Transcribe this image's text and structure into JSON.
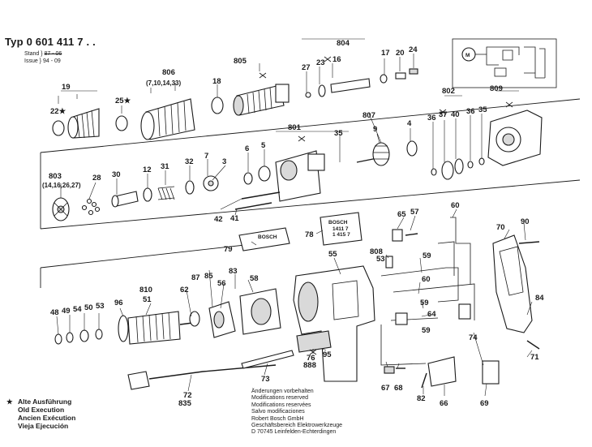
{
  "header": {
    "typ_label": "Typ",
    "typ_number": "0 601 411 7 . .",
    "stand_label": "Stand",
    "stand_value": "87 - 06",
    "issue_label": "Issue",
    "issue_value": "94 - 09"
  },
  "legend": {
    "symbol": "★",
    "lines": [
      "Alte Ausführung",
      "Old Execution",
      "Ancien Exécution",
      "Vieja Ejecución"
    ]
  },
  "notes": {
    "lines": [
      "Änderungen vorbehalten",
      "Modifications reserved",
      "Modifications reservées",
      "Salvo modificaciones",
      "Robert Bosch GmbH",
      "Geschäftsbereich Elektrowerkzeuge",
      "D 70745 Leinfelden-Echterdingen"
    ]
  },
  "brand_tags": {
    "nameplate": "BOSCH",
    "rating_plate_brand": "BOSCH",
    "rating_plate_line1": "1411 7",
    "rating_plate_line2": "1 415 7"
  },
  "part_labels": {
    "p19": "19",
    "p22": "22★",
    "p25": "25★",
    "p806": "806",
    "p806sub": "(7,10,14,33)",
    "p805": "805",
    "p18": "18",
    "p804": "804",
    "p27": "27",
    "p23": "23",
    "p16a": "16",
    "p17": "17",
    "p20": "20",
    "p24": "24",
    "p801": "801",
    "p35a": "35",
    "p6": "6",
    "p5": "5",
    "p807": "807",
    "p9": "9",
    "p4": "4",
    "p36a": "36",
    "p37": "37",
    "p40": "40",
    "p36b": "36",
    "p35b": "35",
    "p802": "802",
    "p809": "809",
    "p803": "803",
    "p803sub": "(14,16,26,27)",
    "p28": "28",
    "p30": "30",
    "p12": "12",
    "p31": "31",
    "p32": "32",
    "p7": "7",
    "p3": "3",
    "p42": "42",
    "p41": "41",
    "p60": "60",
    "p65": "65",
    "p57": "57",
    "p70": "70",
    "p90": "90",
    "p79": "79",
    "p78": "78",
    "p55": "55",
    "p808": "808",
    "p53": "53",
    "p59a": "59",
    "p59b": "59",
    "p60b": "60",
    "p59c": "59",
    "p64": "64",
    "p84": "84",
    "p87": "87",
    "p83": "83",
    "p85": "85",
    "p58": "58",
    "p56": "56",
    "p62": "62",
    "p810": "810",
    "p51": "51",
    "p48": "48",
    "p49": "49",
    "p54": "54",
    "p50": "50",
    "p53b": "53",
    "p96": "96",
    "p76": "76",
    "p888": "888",
    "p95": "95",
    "p74": "74",
    "p71": "71",
    "p67": "67",
    "p68": "68",
    "p66": "66",
    "p82": "82",
    "p69": "69",
    "p72": "72",
    "p835": "835",
    "p73": "73"
  }
}
